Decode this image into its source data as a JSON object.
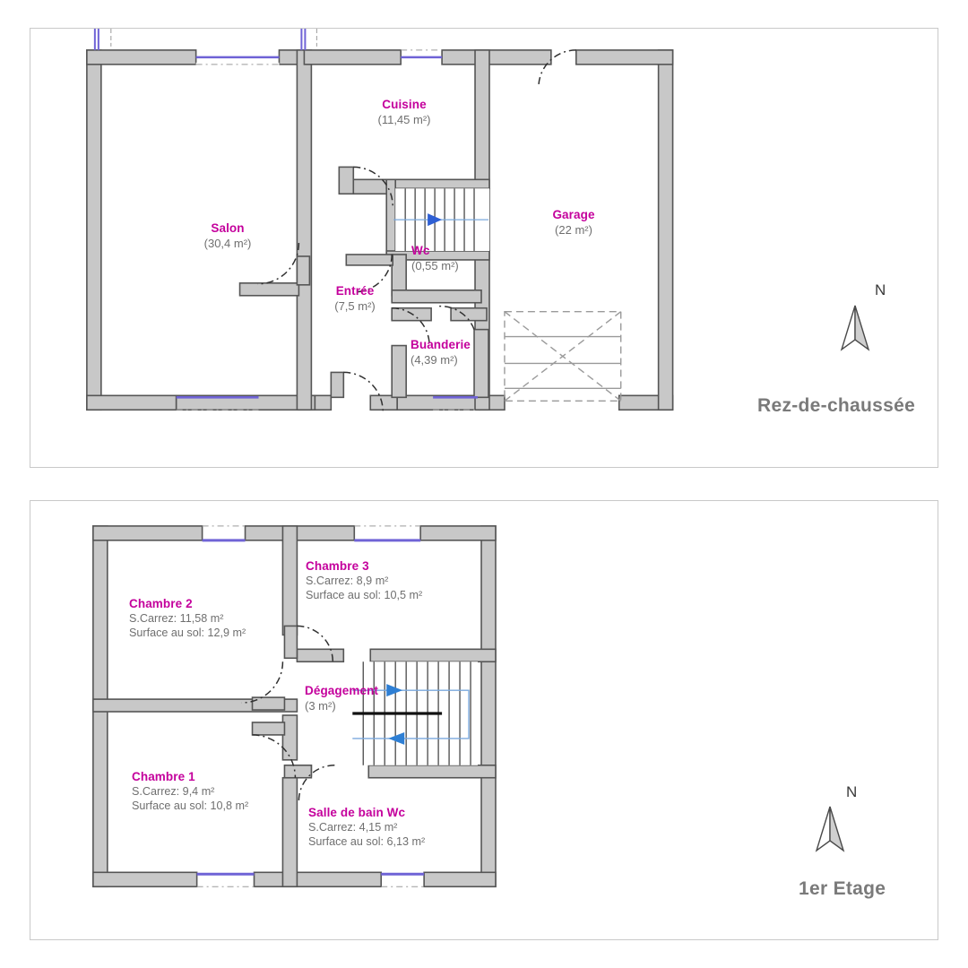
{
  "document": {
    "type": "floor-plan",
    "language": "fr",
    "palette": {
      "room_name": "#c4009c",
      "room_area": "#6f6f6f",
      "wall_fill": "#c8c8c8",
      "wall_stroke": "#555555",
      "window_blue": "#6f63d6",
      "stair_arrow_blue": "#2e7fd4",
      "frame_border": "#c9c9c9",
      "floor_title": "#7a7a7a"
    }
  },
  "floors": [
    {
      "id": "ground",
      "title": "Rez-de-chaussée",
      "compass_label": "N",
      "compass_icon": "north-arrow-icon",
      "rooms": [
        {
          "id": "salon",
          "name": "Salon",
          "area": "(30,4 m²)"
        },
        {
          "id": "cuisine",
          "name": "Cuisine",
          "area": "(11,45 m²)"
        },
        {
          "id": "garage",
          "name": "Garage",
          "area": "(22 m²)"
        },
        {
          "id": "wc",
          "name": "Wc",
          "area": "(0,55 m²)"
        },
        {
          "id": "entree",
          "name": "Entrée",
          "area": "(7,5 m²)"
        },
        {
          "id": "buanderie",
          "name": "Buanderie",
          "area": "(4,39 m²)"
        }
      ]
    },
    {
      "id": "first",
      "title": "1er Etage",
      "compass_label": "N",
      "compass_icon": "north-arrow-icon",
      "rooms": [
        {
          "id": "chambre2",
          "name": "Chambre 2",
          "carrez": "S.Carrez: 11,58 m²",
          "sol": "Surface au sol: 12,9 m²"
        },
        {
          "id": "chambre3",
          "name": "Chambre 3",
          "carrez": "S.Carrez: 8,9 m²",
          "sol": "Surface au sol: 10,5 m²"
        },
        {
          "id": "chambre1",
          "name": "Chambre 1",
          "carrez": "S.Carrez: 9,4 m²",
          "sol": "Surface au sol: 10,8 m²"
        },
        {
          "id": "sdb",
          "name": "Salle de bain Wc",
          "carrez": "S.Carrez: 4,15 m²",
          "sol": "Surface au sol: 6,13 m²"
        },
        {
          "id": "degagement",
          "name": "Dégagement",
          "area": "(3 m²)"
        }
      ]
    }
  ]
}
